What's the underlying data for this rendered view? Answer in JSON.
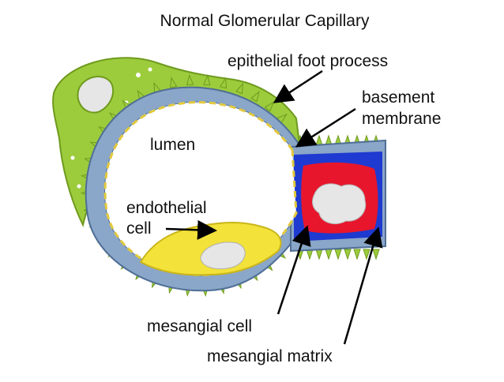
{
  "title": "Normal Glomerular Capillary",
  "labels": {
    "epithelial_foot_process": "epithelial foot process",
    "basement_membrane_line1": "basement",
    "basement_membrane_line2": "membrane",
    "lumen": "lumen",
    "endothelial_cell_line1": "endothelial",
    "endothelial_cell_line2": "cell",
    "mesangial_cell": "mesangial cell",
    "mesangial_matrix": "mesangial matrix"
  },
  "colors": {
    "epithelium": "#9ccc3c",
    "epithelium_dark": "#6f9a1e",
    "basement_membrane": "#8aa6c8",
    "endothelium": "#f2e23a",
    "mesangial_cell": "#e8162c",
    "mesangial_matrix": "#1e3ad0",
    "nucleus": "#e6e6e6",
    "lumen": "#ffffff"
  }
}
